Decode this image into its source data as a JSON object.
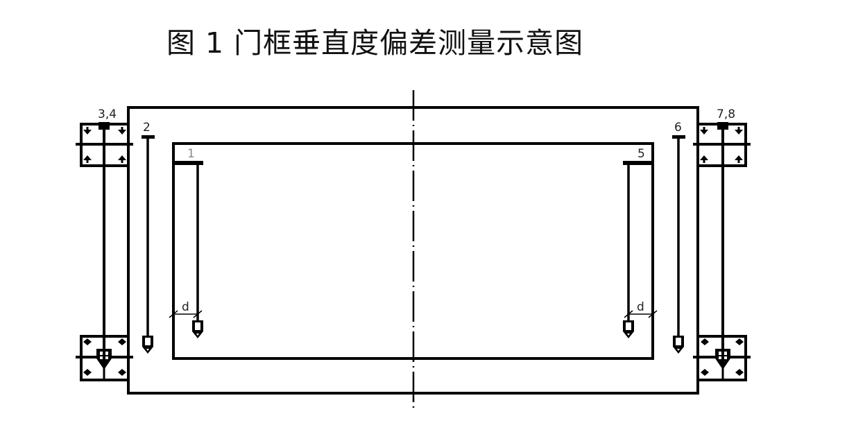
{
  "title": "图 1 门框垂直度偏差测量示意图",
  "diagram": {
    "type": "schematic",
    "description": "Door frame verticality deviation measurement diagram",
    "labels": {
      "left_bracket_points": "3,4",
      "right_bracket_points": "7,8",
      "left_outer_plumb": "2",
      "left_inner_plumb": "1",
      "right_inner_plumb": "5",
      "right_outer_plumb": "6",
      "left_deviation": "d",
      "right_deviation": "d"
    },
    "elements": [
      "outer-door-frame",
      "inner-door-opening",
      "center-dashed-axis",
      "left-top-bracket",
      "left-bottom-bracket",
      "right-top-bracket",
      "right-bottom-bracket",
      "plumb-line-1",
      "plumb-line-2",
      "plumb-line-5",
      "plumb-line-6",
      "plumb-line-3-4",
      "plumb-line-7-8"
    ]
  },
  "colors": {
    "line": "#000000",
    "background": "#ffffff"
  }
}
